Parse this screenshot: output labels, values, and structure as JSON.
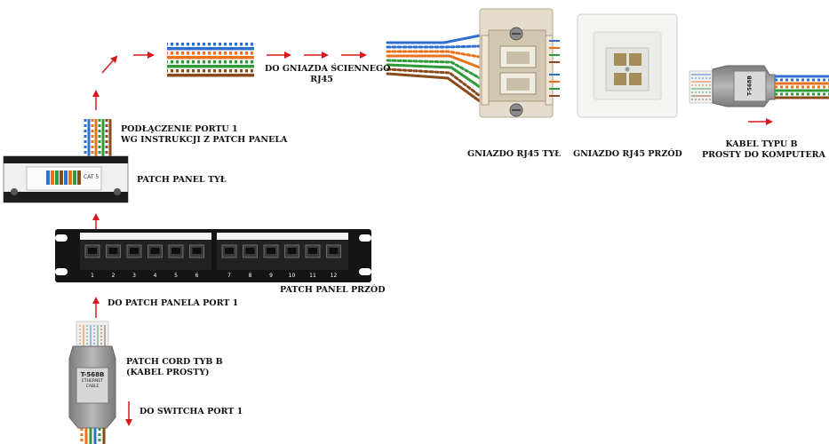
{
  "labels": {
    "port_connection_line1": "PODŁĄCZENIE PORTU 1",
    "port_connection_line2": "WG INSTRUKCJI Z PATCH PANELA",
    "patch_panel_back": "PATCH PANEL TYŁ",
    "patch_panel_front": "PATCH PANEL PRZÓD",
    "to_patch_panel_port": "DO PATCH PANELA PORT 1",
    "patch_cord_line1": "PATCH CORD TYB B",
    "patch_cord_line2": "(KABEL PROSTY)",
    "to_switch_port": "DO SWITCHA PORT 1",
    "to_wall_socket_line1": "DO GNIAZDA ŚCIENNEGO",
    "to_wall_socket_line2": "RJ45",
    "socket_back": "GNIAZDO RJ45 TYŁ",
    "socket_front": "GNIAZDO RJ45 PRZÓD",
    "cable_line1": "KABEL TYPU B",
    "cable_line2": "PROSTY DO KOMPUTERA"
  },
  "connector_text": {
    "standard": "T-568B",
    "line1": "ETHERNET",
    "line2": "CABLE"
  },
  "patch_panel_back_tag": "CAT 5",
  "port_numbers": [
    "1",
    "2",
    "3",
    "4",
    "5",
    "6",
    "7",
    "8",
    "9",
    "10",
    "11",
    "12"
  ],
  "colors": {
    "arrow": "#d9181e",
    "wire_orange": "#e8731f",
    "wire_green": "#2f9a3a",
    "wire_blue": "#2f6fd0",
    "wire_brown": "#8b4a1c",
    "panel_black": "#151515",
    "socket_beige": "#e6dccb",
    "connector_gray": "#9a9a9a"
  },
  "icons": [
    "arrow-icon",
    "connector-icon",
    "patch-panel-icon",
    "wall-socket-icon"
  ]
}
